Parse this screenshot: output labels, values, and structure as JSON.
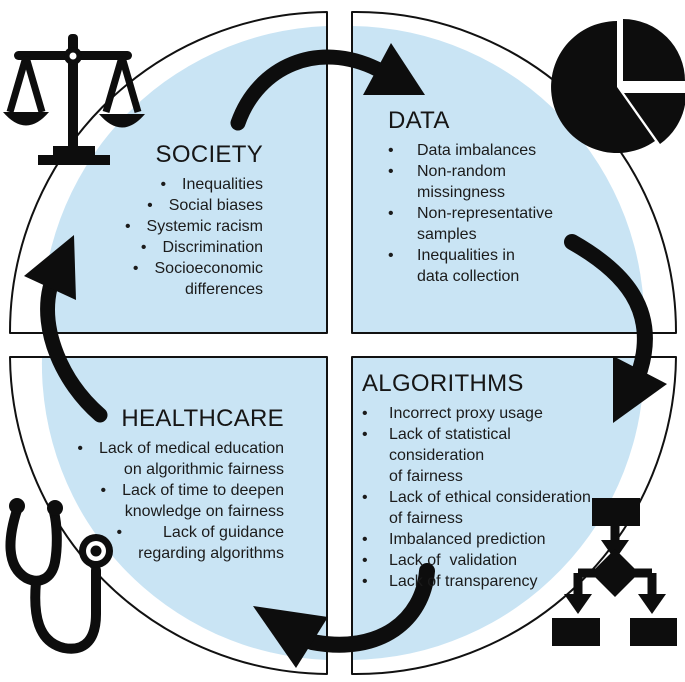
{
  "bullet": "•",
  "colors": {
    "quadrant_fill": "#c9e4f4",
    "outline": "#111111",
    "arrow": "#0d0d0d",
    "icon": "#0d0d0d",
    "text": "#1b1b1b",
    "background": "#ffffff"
  },
  "quadrants": {
    "society": {
      "title": "SOCIETY",
      "items": [
        "Inequalities",
        "Social biases",
        "Systemic racism",
        "Discrimination",
        "Socioeconomic\ndifferences"
      ]
    },
    "data": {
      "title": "DATA",
      "items": [
        "Data imbalances",
        "Non-random\nmissingness",
        "Non-representative\nsamples",
        "Inequalities in\ndata collection"
      ]
    },
    "algorithms": {
      "title": "ALGORITHMS",
      "items": [
        "Incorrect proxy usage",
        "Lack of statistical consideration\nof fairness",
        "Lack of ethical consideration\nof fairness",
        "Imbalanced prediction",
        "Lack of  validation",
        "Lack of transparency"
      ]
    },
    "healthcare": {
      "title": "HEALTHCARE",
      "items": [
        "Lack of medical education\non algorithmic fairness",
        "Lack of time to deepen\nknowledge on fairness",
        "Lack of guidance\nregarding algorithms"
      ]
    }
  },
  "icons": {
    "society": "scales-of-justice-icon",
    "data": "pie-chart-icon",
    "algorithms": "flowchart-icon",
    "healthcare": "stethoscope-icon"
  },
  "cycle_arrows": [
    "society-to-data",
    "data-to-algorithms",
    "algorithms-to-healthcare",
    "healthcare-to-society"
  ]
}
